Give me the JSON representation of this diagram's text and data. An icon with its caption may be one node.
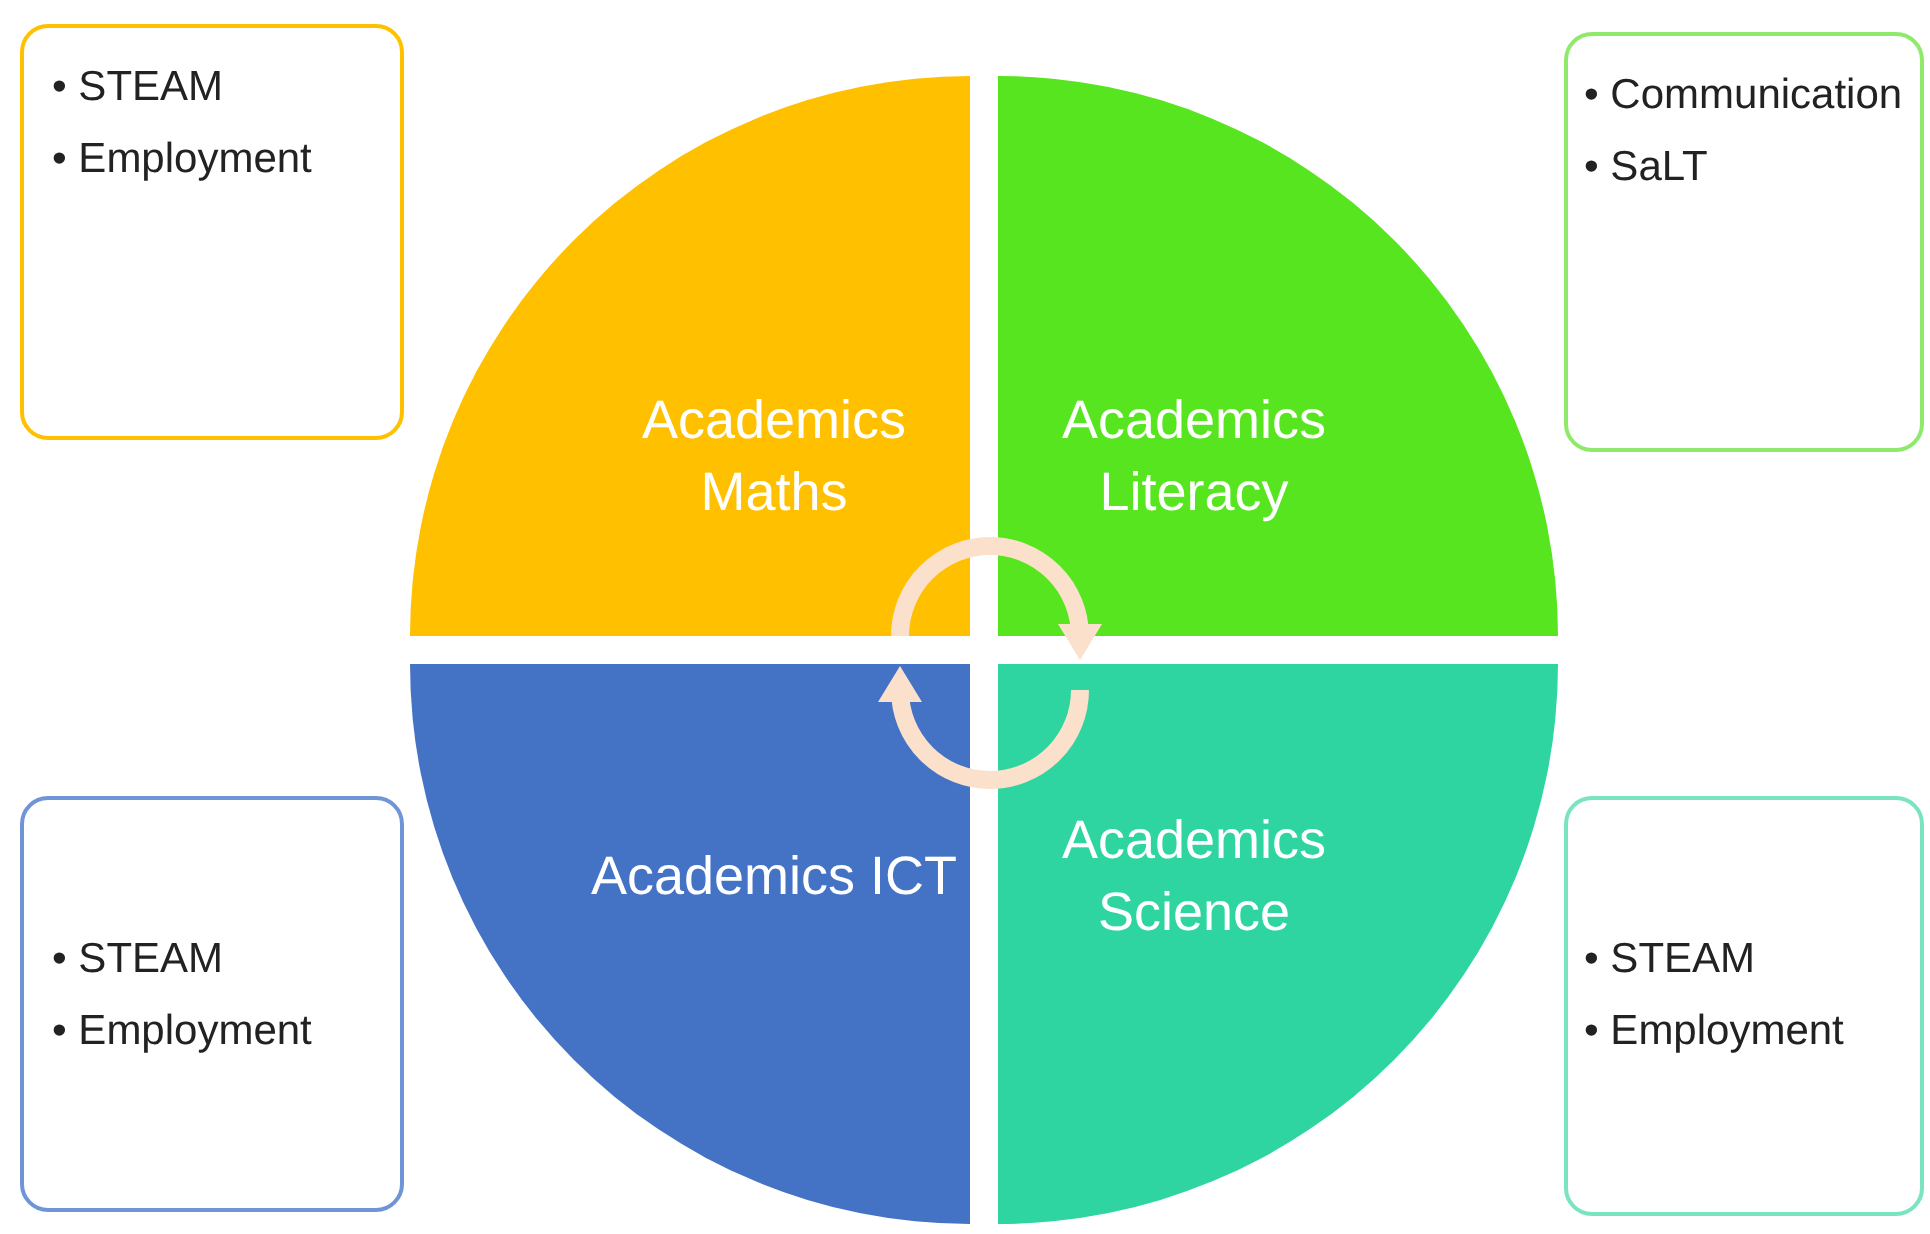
{
  "diagram": {
    "nodes": [
      {
        "text": [
          "Academics Maths"
        ]
      },
      {
        "text": [
          "Academics Literacy"
        ]
      },
      {
        "text": [
          "Academics ICT"
        ]
      },
      {
        "text": [
          "Academics Science"
        ]
      },
      {
        "text": [
          "• STEAM",
          "• Employment"
        ]
      },
      {
        "text": [
          "• Communication",
          "• SaLT"
        ]
      },
      {
        "text": [
          "• STEAM",
          "• Employment"
        ]
      },
      {
        "text": [
          "• STEAM",
          "• Employment"
        ]
      }
    ],
    "edges": [
      {
        "from": 0,
        "to": 1,
        "arrow": "to"
      },
      {
        "from": 3,
        "to": 2,
        "arrow": "to"
      }
    ]
  }
}
